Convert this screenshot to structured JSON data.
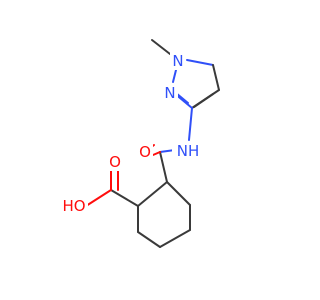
{
  "molecule": {
    "atoms": {
      "n1": {
        "text": "N",
        "color": "#3050f8"
      },
      "n2": {
        "text": "N",
        "color": "#3050f8"
      },
      "nh": {
        "text": "NH",
        "color": "#3050f8"
      },
      "o_carbonyl": {
        "text": "O",
        "color": "#ff0d0d"
      },
      "o_acid": {
        "text": "O",
        "color": "#ff0d0d"
      },
      "oh": {
        "text": "HO",
        "color": "#ff0d0d"
      }
    },
    "colors": {
      "bond": "#3a3a3a",
      "nitrogen": "#3050f8",
      "oxygen": "#ff0d0d",
      "background": "#ffffff"
    }
  }
}
